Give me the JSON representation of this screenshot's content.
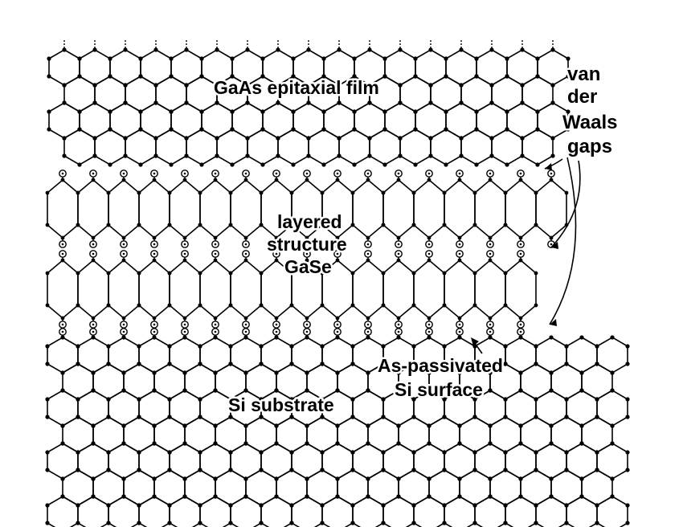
{
  "labels": {
    "film": "GaAs epitaxial film",
    "layered_line1": "layered",
    "layered_line2": "structure",
    "layered_line3": "GaSe",
    "substrate": "Si substrate",
    "passivated_line1": "As-passivated",
    "passivated_line2": "Si surface",
    "gaps_line1": "van",
    "gaps_line2": "der",
    "gaps_line3": "Waals",
    "gaps_line4": "gaps"
  },
  "colors": {
    "ink": "#000000",
    "paper": "#ffffff"
  }
}
